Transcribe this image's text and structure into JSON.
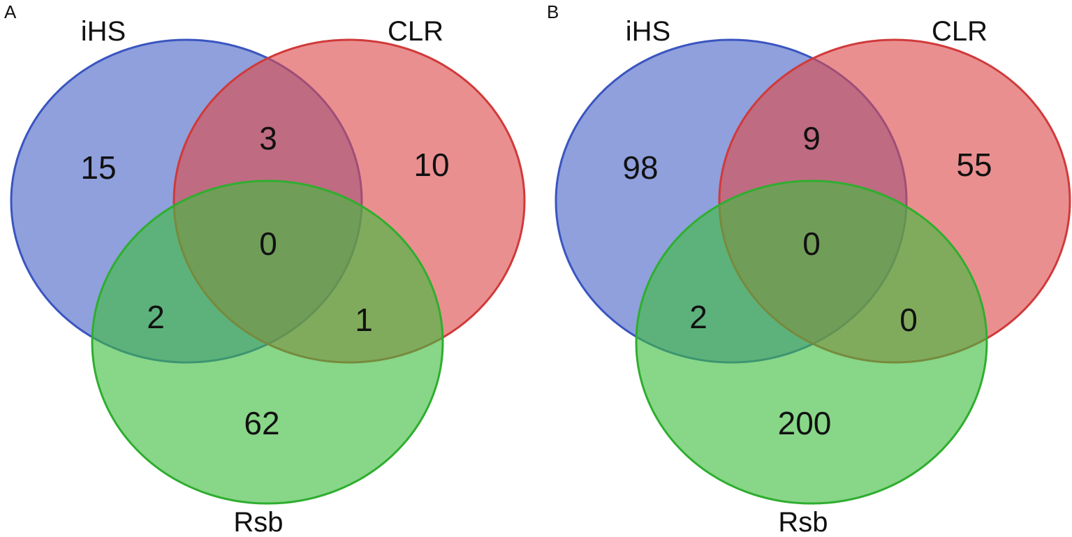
{
  "colors": {
    "ihs_fill": "#4a66c6",
    "ihs_stroke": "#3a55c0",
    "clr_fill": "#dd4a4a",
    "clr_stroke": "#d03a3a",
    "rsb_fill": "#3fbd3f",
    "rsb_stroke": "#2fae2f",
    "text": "#111111"
  },
  "panels": [
    {
      "letter": "A",
      "sets": {
        "ihs": "iHS",
        "clr": "CLR",
        "rsb": "Rsb"
      },
      "counts": {
        "ihs_only": "15",
        "clr_only": "10",
        "rsb_only": "62",
        "ihs_clr": "3",
        "ihs_rsb": "2",
        "clr_rsb": "1",
        "all": "0"
      }
    },
    {
      "letter": "B",
      "sets": {
        "ihs": "iHS",
        "clr": "CLR",
        "rsb": "Rsb"
      },
      "counts": {
        "ihs_only": "98",
        "clr_only": "55",
        "rsb_only": "200",
        "ihs_clr": "9",
        "ihs_rsb": "2",
        "clr_rsb": "0",
        "all": "0"
      }
    }
  ]
}
